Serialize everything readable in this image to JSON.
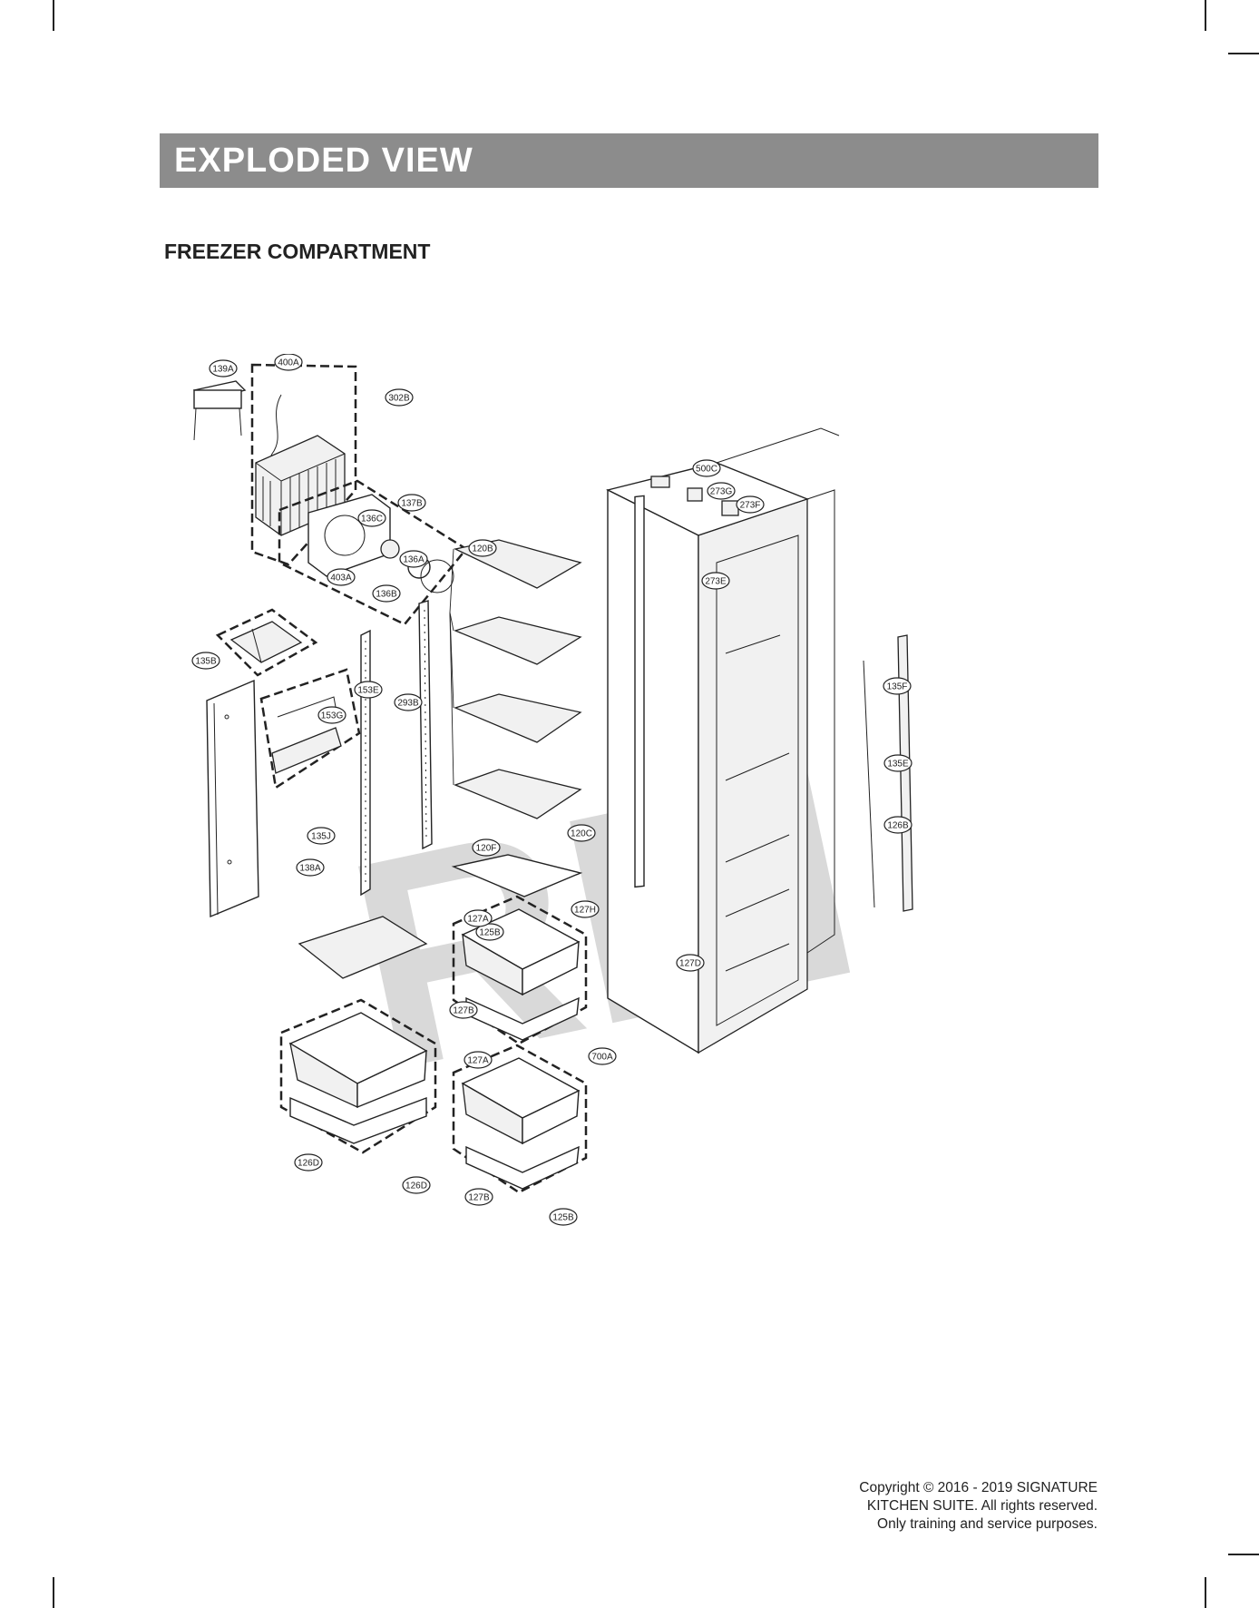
{
  "header": {
    "title": "EXPLODED VIEW",
    "subtitle": "FREEZER COMPARTMENT"
  },
  "diagram": {
    "watermark": "RPI",
    "callouts": [
      "139A",
      "400A",
      "302B",
      "403A",
      "137B",
      "136C",
      "136A",
      "136B",
      "120B",
      "500C",
      "273G",
      "273F",
      "273E",
      "135B",
      "153E",
      "153G",
      "293B",
      "135J",
      "138A",
      "120F",
      "120C",
      "135F",
      "135E",
      "126B",
      "125B",
      "127A",
      "127H",
      "127B",
      "700A",
      "127D",
      "126D"
    ]
  },
  "footer": {
    "line1": "Copyright © 2016 - 2019 SIGNATURE",
    "line2": "KITCHEN SUITE. All rights reserved.",
    "line3": "Only training and service purposes."
  },
  "colors": {
    "banner": "#8c8c8c",
    "watermark": "#d9d9d9"
  }
}
